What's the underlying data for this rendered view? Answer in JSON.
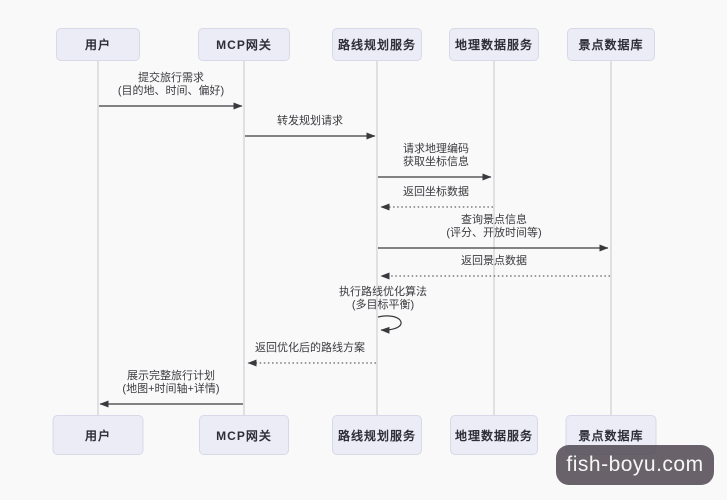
{
  "diagram": {
    "type": "sequence-diagram",
    "participants": [
      {
        "id": "user",
        "label": "用户"
      },
      {
        "id": "mcp-gateway",
        "label": "MCP网关"
      },
      {
        "id": "route-planning-service",
        "label": "路线规划服务"
      },
      {
        "id": "geo-data-service",
        "label": "地理数据服务"
      },
      {
        "id": "poi-database",
        "label": "景点数据库"
      }
    ],
    "messages": [
      {
        "from": "用户",
        "to": "MCP网关",
        "style": "solid",
        "line1": "提交旅行需求",
        "line2": "(目的地、时间、偏好)"
      },
      {
        "from": "MCP网关",
        "to": "路线规划服务",
        "style": "solid",
        "line1": "转发规划请求"
      },
      {
        "from": "路线规划服务",
        "to": "地理数据服务",
        "style": "solid",
        "line1": "请求地理编码",
        "line2": "获取坐标信息"
      },
      {
        "from": "地理数据服务",
        "to": "路线规划服务",
        "style": "dashed",
        "line1": "返回坐标数据"
      },
      {
        "from": "路线规划服务",
        "to": "景点数据库",
        "style": "solid",
        "line1": "查询景点信息",
        "line2": "(评分、开放时间等)"
      },
      {
        "from": "景点数据库",
        "to": "路线规划服务",
        "style": "dashed",
        "line1": "返回景点数据"
      },
      {
        "from": "路线规划服务",
        "to": "路线规划服务",
        "style": "self-loop",
        "line1": "执行路线优化算法",
        "line2": "(多目标平衡)"
      },
      {
        "from": "路线规划服务",
        "to": "MCP网关",
        "style": "dashed",
        "line1": "返回优化后的路线方案"
      },
      {
        "from": "MCP网关",
        "to": "用户",
        "style": "solid",
        "line1": "展示完整旅行计划",
        "line2": "(地图+时间轴+详情)"
      }
    ]
  },
  "watermark": {
    "text": "fish-boyu.com",
    "background": "#4f4852",
    "text_color": "#f7f5f6"
  },
  "colors": {
    "background": "#faf9f9",
    "participant_fill": "#ebecf6",
    "participant_border": "#d7d9e9",
    "lifeline": "#c7c8cd",
    "arrow": "#3a3a3e"
  }
}
